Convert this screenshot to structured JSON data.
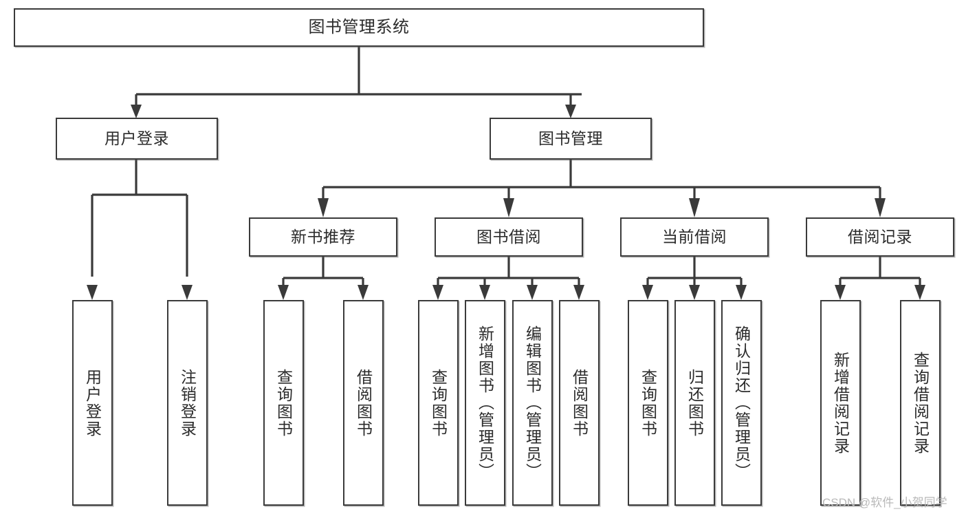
{
  "diagram": {
    "type": "tree-hierarchy",
    "title": "图书管理系统",
    "watermark": "CSDN @软件_小贺同学",
    "colors": {
      "box_border": "#3a3a3a",
      "box_fill": "#ffffff",
      "connector": "#3a3a3a",
      "text": "#2b2b2b",
      "watermark": "#b9b9b9"
    },
    "nodes": {
      "root": {
        "label": "图书管理系统"
      },
      "level2": [
        {
          "id": "user-login",
          "label": "用户登录"
        },
        {
          "id": "book-manage",
          "label": "图书管理"
        }
      ],
      "level3": [
        {
          "id": "new-book-recommend",
          "label": "新书推荐"
        },
        {
          "id": "book-borrow",
          "label": "图书借阅"
        },
        {
          "id": "current-borrow",
          "label": "当前借阅"
        },
        {
          "id": "borrow-record",
          "label": "借阅记录"
        }
      ],
      "leaves": {
        "user-login": [
          {
            "id": "leaf-user-login",
            "label": "用户登录"
          },
          {
            "id": "leaf-logout",
            "label": "注销登录"
          }
        ],
        "new-book-recommend": [
          {
            "id": "leaf-query-book-1",
            "label": "查询图书"
          },
          {
            "id": "leaf-borrow-book-1",
            "label": "借阅图书"
          }
        ],
        "book-borrow": [
          {
            "id": "leaf-query-book-2",
            "label": "查询图书"
          },
          {
            "id": "leaf-add-book",
            "label": "新增图书（管理员）"
          },
          {
            "id": "leaf-edit-book",
            "label": "编辑图书（管理员）"
          },
          {
            "id": "leaf-borrow-book-2",
            "label": "借阅图书"
          }
        ],
        "current-borrow": [
          {
            "id": "leaf-query-book-3",
            "label": "查询图书"
          },
          {
            "id": "leaf-return-book",
            "label": "归还图书"
          },
          {
            "id": "leaf-confirm-return",
            "label": "确认归还（管理员）"
          }
        ],
        "borrow-record": [
          {
            "id": "leaf-add-record",
            "label": "新增借阅记录"
          },
          {
            "id": "leaf-query-record",
            "label": "查询借阅记录"
          }
        ]
      }
    }
  }
}
